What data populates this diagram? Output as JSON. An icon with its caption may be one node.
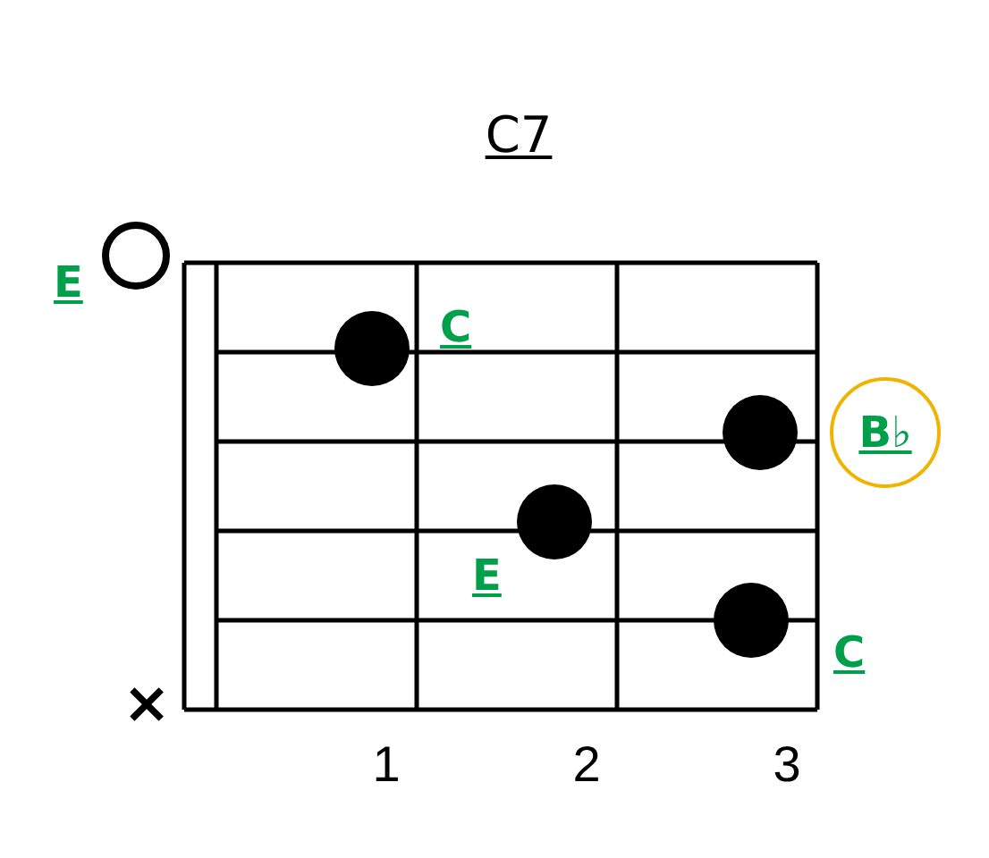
{
  "diagram": {
    "title": "C7",
    "nodes": [
      {
        "text": [
          "B♭"
        ]
      }
    ],
    "labels": [
      "E",
      "C",
      "E",
      "C",
      "×",
      "1",
      "2",
      "3"
    ]
  }
}
